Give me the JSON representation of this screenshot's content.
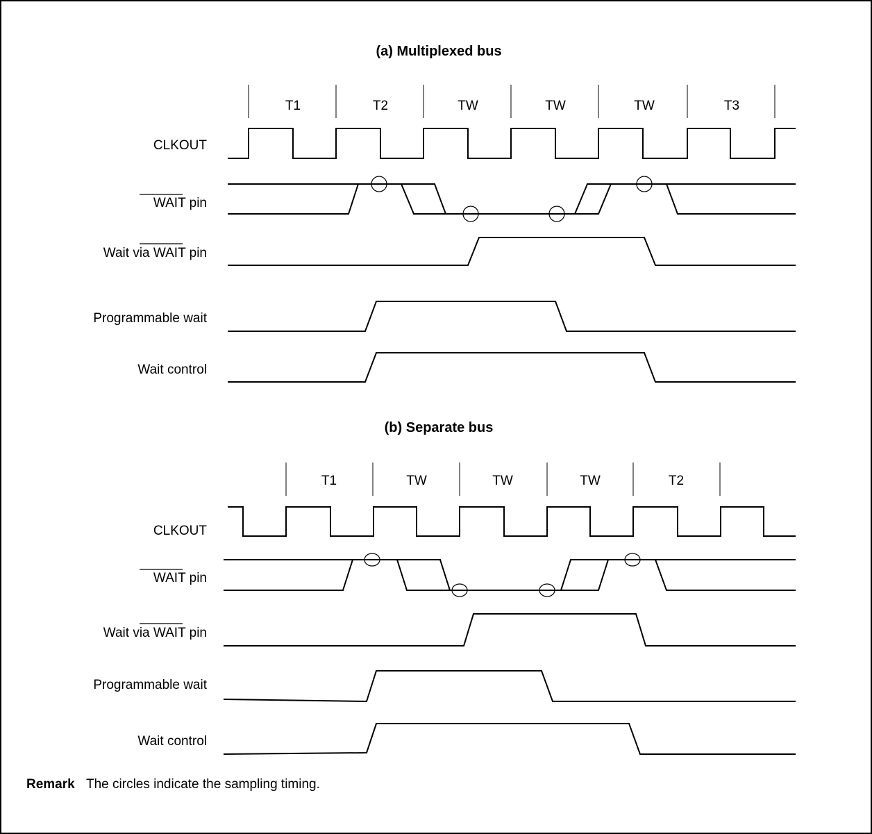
{
  "section_a": {
    "title": "(a) Multiplexed bus",
    "states": [
      "T1",
      "T2",
      "TW",
      "TW",
      "TW",
      "T3"
    ],
    "signals": {
      "clkout": "CLKOUT",
      "wait_pin_bar": "WAIT",
      "wait_pin_suffix": " pin",
      "wait_via_prefix": "Wait via ",
      "wait_via_bar": "WAIT",
      "wait_via_suffix": " pin",
      "programmable_wait": "Programmable wait",
      "wait_control": "Wait control"
    }
  },
  "section_b": {
    "title": "(b) Separate bus",
    "states": [
      "T1",
      "TW",
      "TW",
      "TW",
      "T2"
    ],
    "signals": {
      "clkout": "CLKOUT",
      "wait_pin_bar": "WAIT",
      "wait_pin_suffix": " pin",
      "wait_via_prefix": "Wait via ",
      "wait_via_bar": "WAIT",
      "wait_via_suffix": " pin",
      "programmable_wait": "Programmable wait",
      "wait_control": "Wait control"
    }
  },
  "remark": {
    "key": "Remark",
    "text": "The circles indicate the sampling timing."
  }
}
